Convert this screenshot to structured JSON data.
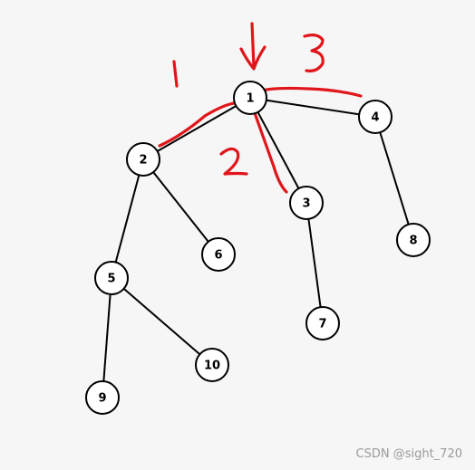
{
  "tree": {
    "nodes": [
      {
        "id": "1",
        "label": "1"
      },
      {
        "id": "2",
        "label": "2"
      },
      {
        "id": "3",
        "label": "3"
      },
      {
        "id": "4",
        "label": "4"
      },
      {
        "id": "5",
        "label": "5"
      },
      {
        "id": "6",
        "label": "6"
      },
      {
        "id": "7",
        "label": "7"
      },
      {
        "id": "8",
        "label": "8"
      },
      {
        "id": "9",
        "label": "9"
      },
      {
        "id": "10",
        "label": "10"
      }
    ],
    "edges": [
      {
        "from": "1",
        "to": "2"
      },
      {
        "from": "1",
        "to": "3"
      },
      {
        "from": "1",
        "to": "4"
      },
      {
        "from": "2",
        "to": "5"
      },
      {
        "from": "2",
        "to": "6"
      },
      {
        "from": "3",
        "to": "7"
      },
      {
        "from": "4",
        "to": "8"
      },
      {
        "from": "5",
        "to": "9"
      },
      {
        "from": "5",
        "to": "10"
      }
    ]
  },
  "annotations": {
    "color": "#e0161b",
    "items": [
      {
        "id": "visit-order-1",
        "text": "1"
      },
      {
        "id": "visit-order-2",
        "text": "2"
      },
      {
        "id": "visit-order-3",
        "text": "3"
      }
    ]
  },
  "watermark": "CSDN @sight_720"
}
